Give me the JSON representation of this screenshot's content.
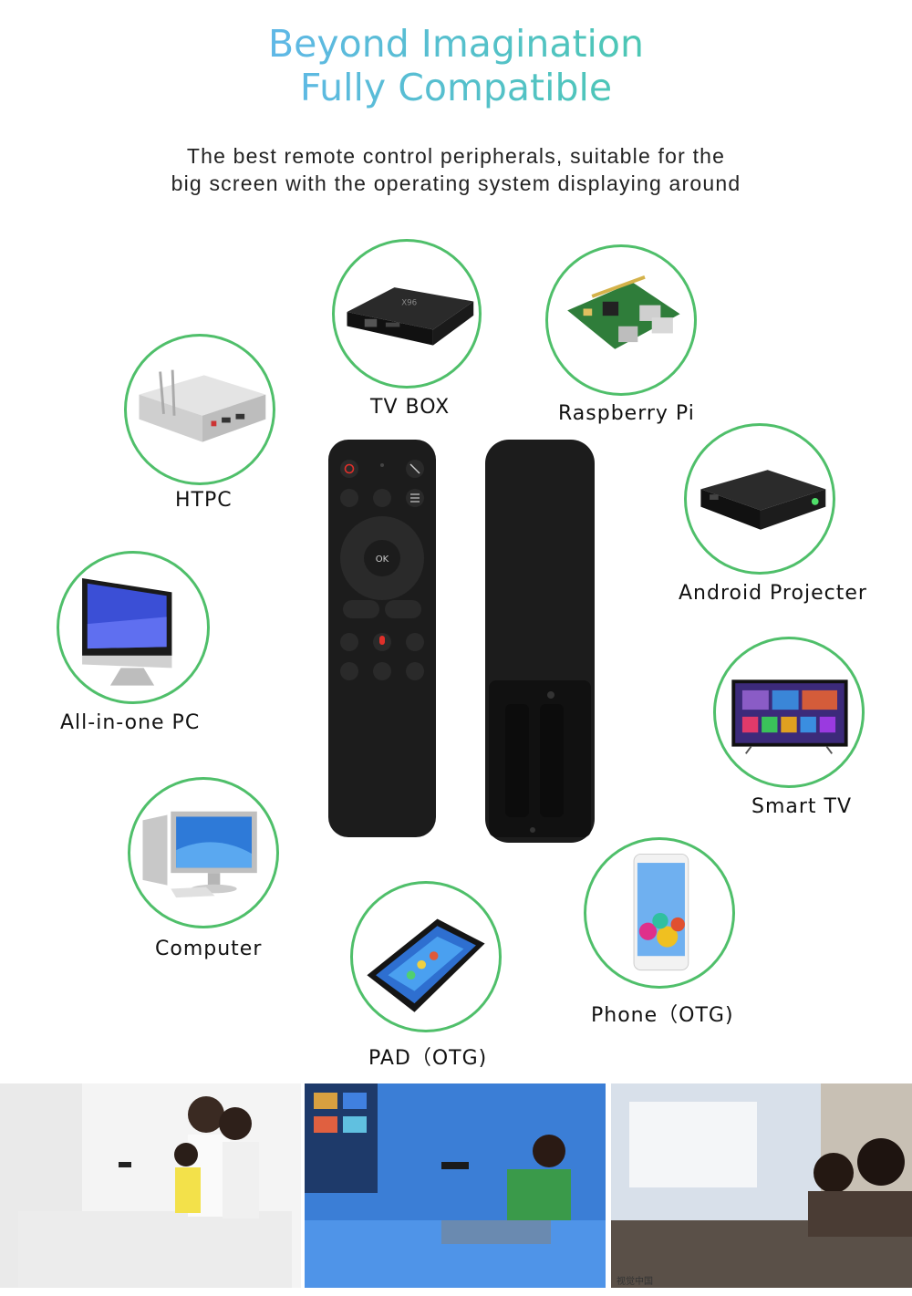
{
  "header": {
    "title_line1": "Beyond Imagination",
    "title_line2": "Fully Compatible",
    "subtitle_line1": "The best remote control peripherals, suitable for the",
    "subtitle_line2": "big screen with the operating system displaying around"
  },
  "devices": {
    "tv_box": "TV BOX",
    "raspberry_pi": "Raspberry Pi",
    "htpc": "HTPC",
    "android_projector": "Android Projecter",
    "all_in_one_pc": "All-in-one PC",
    "smart_tv": "Smart TV",
    "computer": "Computer",
    "phone": "Phone（OTG)",
    "pad": "PAD（OTG)"
  },
  "remote": {
    "ok_label": "OK"
  },
  "photos": {
    "watermark": "视觉中国"
  },
  "colors": {
    "title_gradient_start": "#5fb8e6",
    "title_gradient_end": "#4cc7b4",
    "circle_border": "#4fbf6a",
    "remote_body": "#1c1c1c",
    "power_red": "#e0302a"
  }
}
